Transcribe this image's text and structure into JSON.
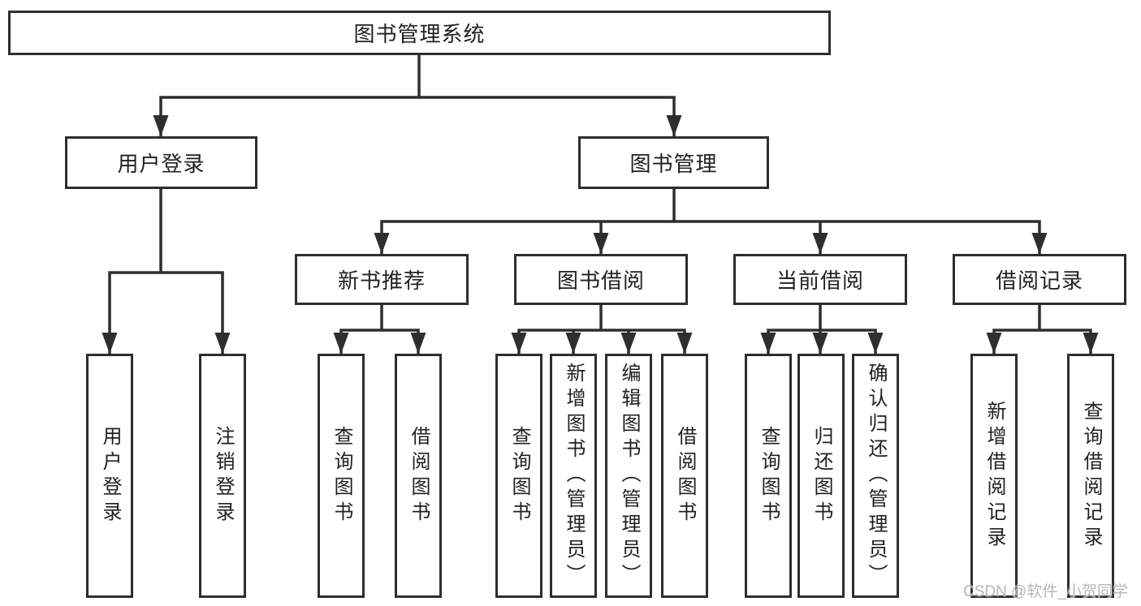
{
  "colors": {
    "line": "#2e2e2e",
    "box_border": "#2e2e2e",
    "text": "#212121",
    "background": "#ffffff",
    "watermark": "#b5b5b5"
  },
  "watermark": "CSDN @软件_小贺同学",
  "tree": {
    "root": "图书管理系统",
    "branches": [
      {
        "label": "用户登录",
        "children": [
          "用户登录",
          "注销登录"
        ]
      },
      {
        "label": "图书管理",
        "groups": [
          {
            "label": "新书推荐",
            "children": [
              "查询图书",
              "借阅图书"
            ]
          },
          {
            "label": "图书借阅",
            "children": [
              "查询图书",
              "新增图书（管理员）",
              "编辑图书（管理员）",
              "借阅图书"
            ]
          },
          {
            "label": "当前借阅",
            "children": [
              "查询图书",
              "归还图书",
              "确认归还（管理员）"
            ]
          },
          {
            "label": "借阅记录",
            "children": [
              "新增借阅记录",
              "查询借阅记录"
            ]
          }
        ]
      }
    ]
  }
}
